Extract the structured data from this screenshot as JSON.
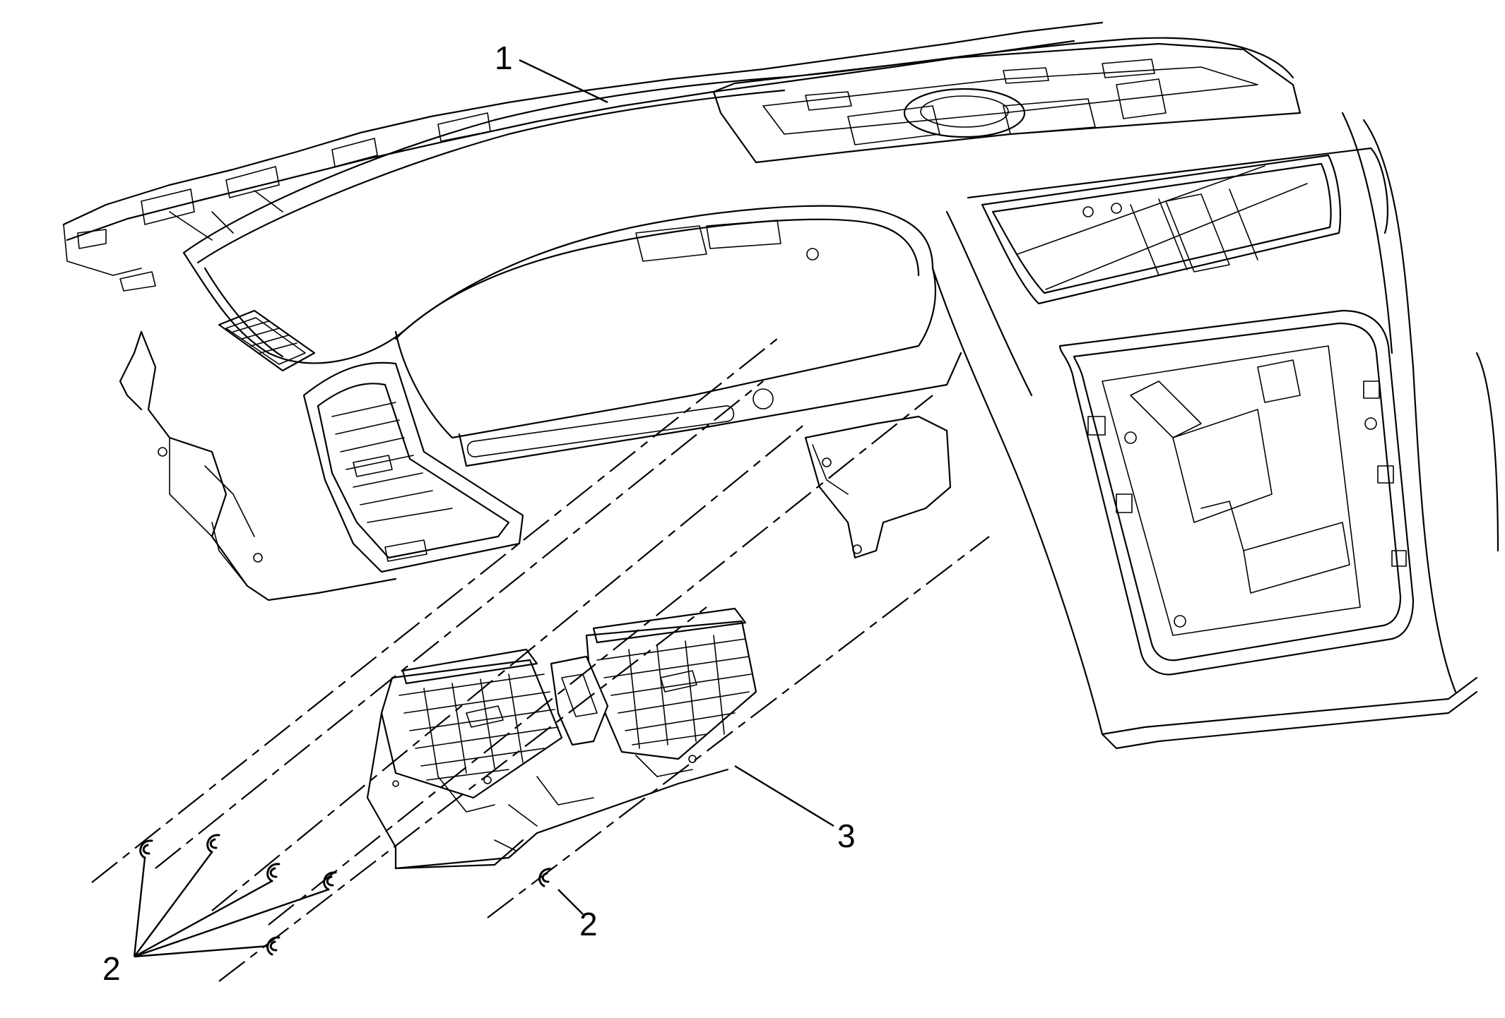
{
  "callouts": {
    "instrument_panel": "1",
    "clips_group": "2",
    "clip_single": "2",
    "center_vent": "3"
  },
  "parts": [
    "instrument-panel",
    "retaining-clip",
    "center-air-outlet"
  ]
}
